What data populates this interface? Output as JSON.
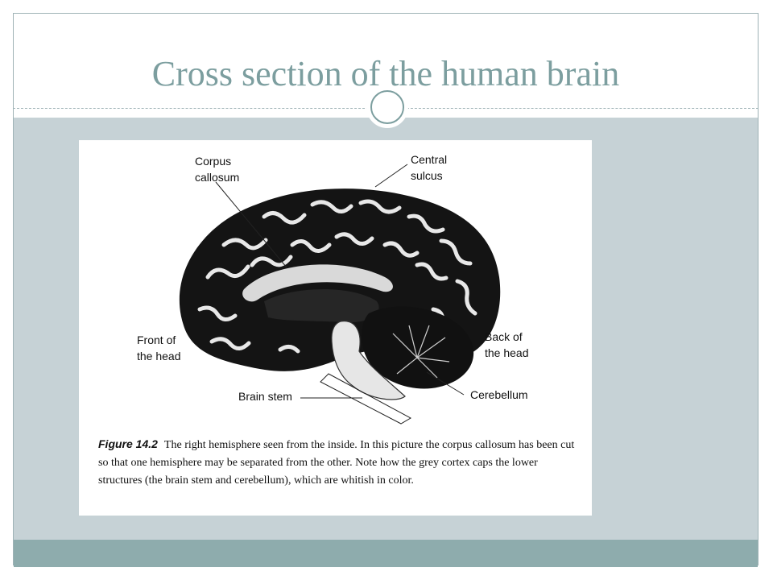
{
  "slide": {
    "title": "Cross section of the human brain"
  },
  "figure": {
    "labels": {
      "corpus_callosum": "Corpus\ncallosum",
      "central_sulcus": "Central\nsulcus",
      "front_of_head": "Front of\nthe head",
      "back_of_head": "Back of\nthe head",
      "brain_stem": "Brain stem",
      "cerebellum": "Cerebellum"
    },
    "caption_number": "Figure 14.2",
    "caption_text": "The right hemisphere seen from the inside. In this picture the corpus callosum has been cut so that one hemisphere may be separated from the other. Note how the grey cortex caps the lower structures (the brain stem and cerebellum), which are whitish in color."
  },
  "colors": {
    "title": "#7c9e9f",
    "content_bg": "#c6d2d6",
    "footer_bar": "#8eacad"
  }
}
